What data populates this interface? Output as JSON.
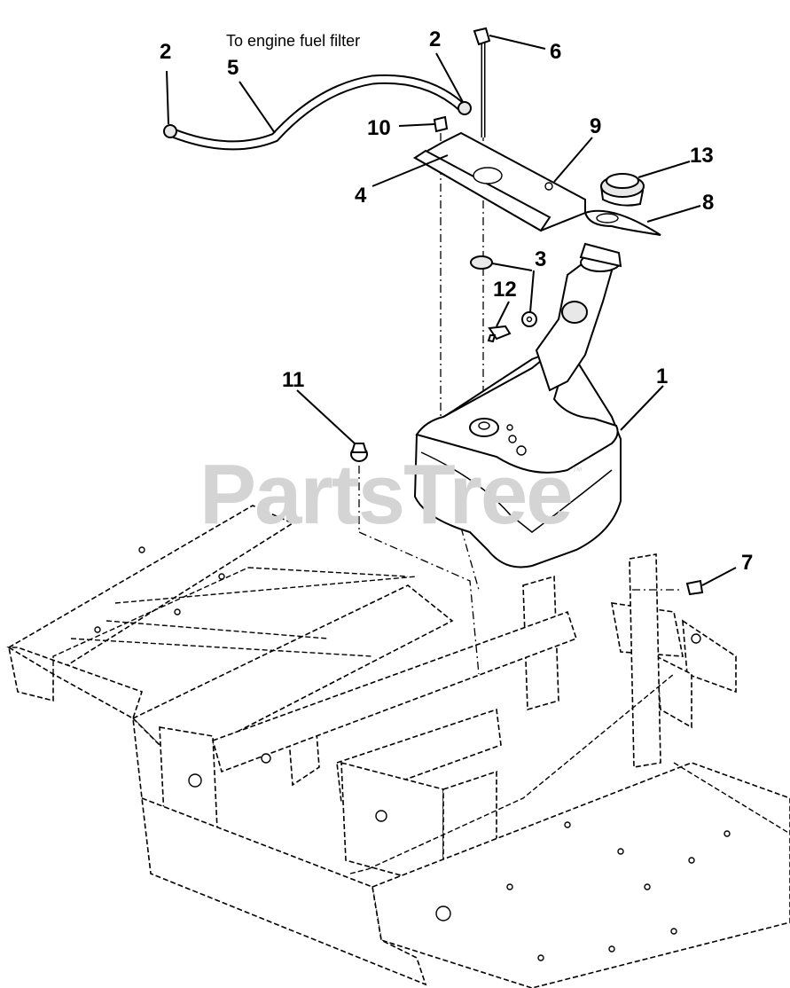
{
  "diagram": {
    "note": "To engine fuel filter",
    "watermark": "PartsTree",
    "trademark": "™",
    "callouts": {
      "c1": "1",
      "c2a": "2",
      "c2b": "2",
      "c3": "3",
      "c4": "4",
      "c5": "5",
      "c6": "6",
      "c7": "7",
      "c8": "8",
      "c9": "9",
      "c10": "10",
      "c11": "11",
      "c12": "12",
      "c13": "13"
    }
  }
}
